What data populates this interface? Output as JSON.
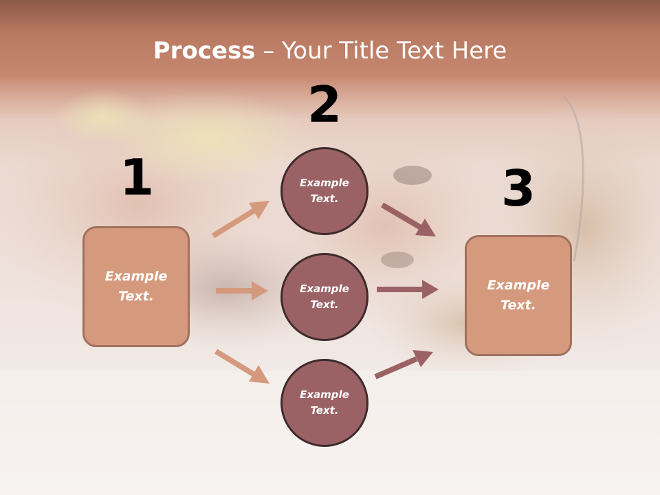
{
  "title": {
    "bold": "Process",
    "rest": " – Your Title Text Here"
  },
  "steps": [
    {
      "number": "1",
      "text": "Example Text."
    },
    {
      "number": "2",
      "items": [
        "Example Text.",
        "Example Text.",
        "Example Text."
      ]
    },
    {
      "number": "3",
      "text": "Example Text."
    }
  ],
  "colors": {
    "box": "#d59a7d",
    "box_border": "#a0705e",
    "circle": "#9b6265",
    "circle_border": "#3e2a2b",
    "arrow_in": "#d59a7d",
    "arrow_out": "#9b6265",
    "header": "#c68770"
  }
}
